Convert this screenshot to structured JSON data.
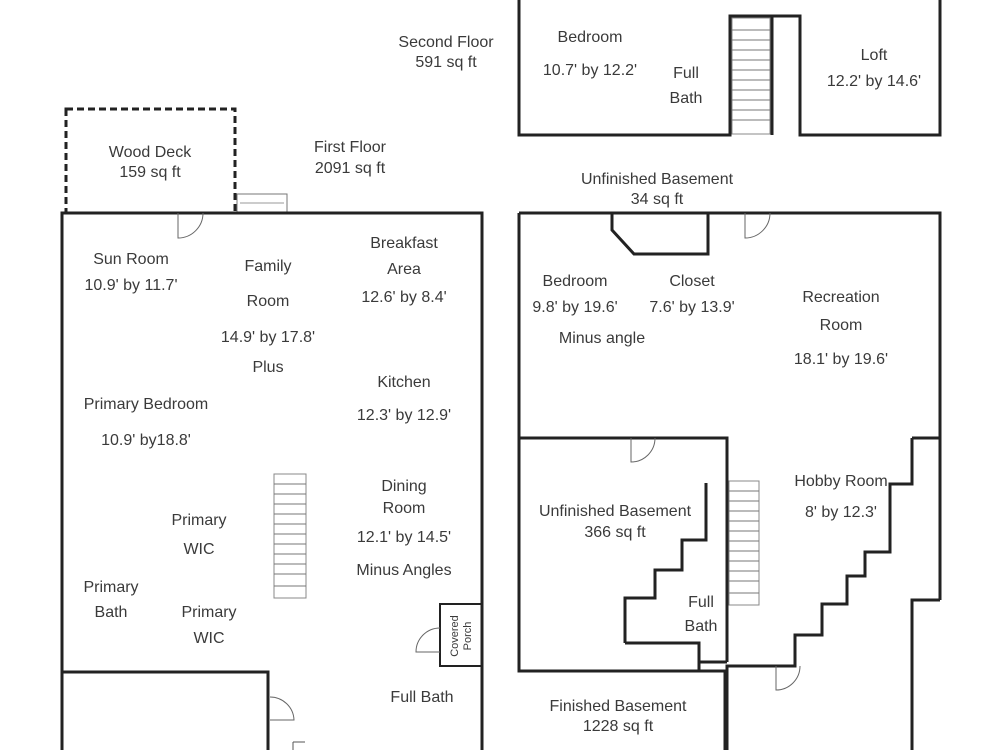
{
  "second_floor": {
    "title": "Second Floor",
    "area": "591 sq ft",
    "bedroom": {
      "name": "Bedroom",
      "dims": "10.7' by 12.2'"
    },
    "full_bath": {
      "line1": "Full",
      "line2": "Bath"
    },
    "loft": {
      "name": "Loft",
      "dims": "12.2' by 14.6'"
    }
  },
  "wood_deck": {
    "name": "Wood Deck",
    "area": "159 sq ft"
  },
  "first_floor": {
    "title": "First Floor",
    "area": "2091 sq ft",
    "sun_room": {
      "name": "Sun Room",
      "dims": "10.9' by 11.7'"
    },
    "family_room": {
      "line1": "Family",
      "line2": "Room",
      "dims": "14.9' by 17.8'",
      "note": "Plus"
    },
    "breakfast": {
      "line1": "Breakfast",
      "line2": "Area",
      "dims": "12.6' by 8.4'"
    },
    "primary_bedroom": {
      "name": "Primary Bedroom",
      "dims": "10.9' by18.8'"
    },
    "kitchen": {
      "name": "Kitchen",
      "dims": "12.3' by 12.9'"
    },
    "dining": {
      "line1": "Dining",
      "line2": "Room",
      "dims": "12.1' by 14.5'",
      "note": "Minus Angles"
    },
    "primary_wic_1": {
      "line1": "Primary",
      "line2": "WIC"
    },
    "primary_bath": {
      "line1": "Primary",
      "line2": "Bath"
    },
    "primary_wic_2": {
      "line1": "Primary",
      "line2": "WIC"
    },
    "covered_porch": {
      "line1": "Covered",
      "line2": "Porch"
    },
    "full_bath": "Full Bath"
  },
  "basement": {
    "unfinished_top": {
      "name": "Unfinished Basement",
      "area": "34 sq ft"
    },
    "bedroom": {
      "name": "Bedroom",
      "dims": "9.8' by 19.6'",
      "note": "Minus angle"
    },
    "closet": {
      "name": "Closet",
      "dims": "7.6' by 13.9'"
    },
    "recreation": {
      "line1": "Recreation",
      "line2": "Room",
      "dims": "18.1' by 19.6'"
    },
    "unfinished_mid": {
      "name": "Unfinished Basement",
      "area": "366 sq ft"
    },
    "hobby": {
      "name": "Hobby Room",
      "dims": "8' by 12.3'"
    },
    "full_bath": {
      "line1": "Full",
      "line2": "Bath"
    },
    "finished": {
      "name": "Finished Basement",
      "area": "1228 sq ft"
    }
  }
}
